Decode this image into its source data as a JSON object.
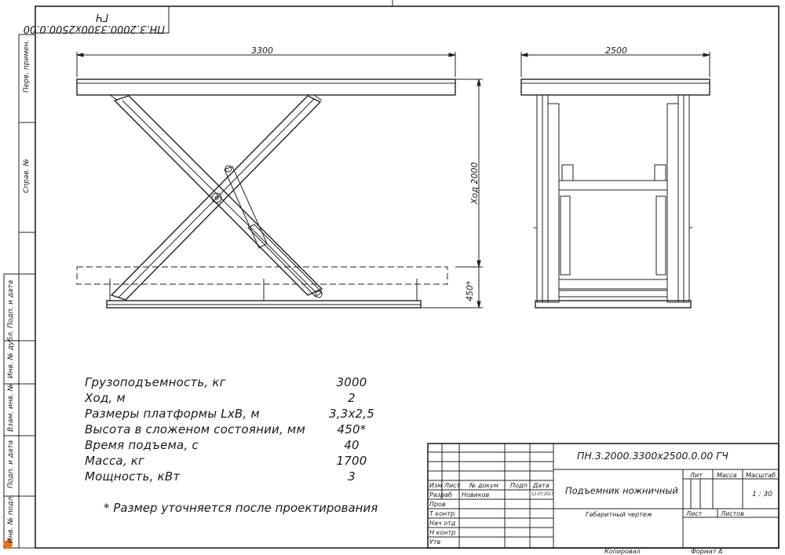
{
  "drawing_number": "ПН.3.2000.3300x2500.0.00 ГЧ",
  "corner_stamp": "ПН.3.2000.3300x2500.0.00 ГЧ",
  "side_margin": {
    "perv_primen": "Перв. примен.",
    "sprav": "Справ. №",
    "podp_data1": "Подп. и дата",
    "inv_dubl": "Инв. № дубл.",
    "vzam_inv": "Взам. инв. №",
    "podp_data2": "Подп. и дата",
    "inv_podl": "Инв. № подл."
  },
  "front_view": {
    "width_dim": "3300",
    "stroke_dim": "Ход 2000",
    "folded_dim": "450*"
  },
  "side_view": {
    "width_dim": "2500"
  },
  "specs": [
    {
      "label": "Грузоподъемность, кг",
      "value": "3000"
    },
    {
      "label": "Ход, м",
      "value": "2"
    },
    {
      "label": "Размеры платформы LxB, м",
      "value": "3,3x2,5"
    },
    {
      "label": "Высота в сложеном состоянии, мм",
      "value": "450*"
    },
    {
      "label": "Время подъема, с",
      "value": "40"
    },
    {
      "label": "Масса, кг",
      "value": "1700"
    },
    {
      "label": "Мощность, кВт",
      "value": "3"
    }
  ],
  "note": "* Размер уточняется после проектирования",
  "title_block": {
    "col_izm": "Изм",
    "col_list": "Лист",
    "col_docum": "№ докум",
    "col_podp": "Подп",
    "col_data": "Дата",
    "razrab": "Разраб",
    "razrab_name": "Новиков",
    "razrab_date": "12.07.2017",
    "prov": "Пров",
    "t_kontr": "Т контр",
    "nach_otd": "Нач отд",
    "n_kontr": "Н контр",
    "utv": "Утв",
    "product_name": "Подъемник ножничный",
    "doc_type": "Габаритный чертеж",
    "lit": "Лит",
    "massa": "Масса",
    "masshtab": "Масштаб",
    "scale": "1 : 30",
    "list": "Лист",
    "listov": "Листов",
    "kopiroval": "Копировал",
    "format": "Формат А"
  }
}
